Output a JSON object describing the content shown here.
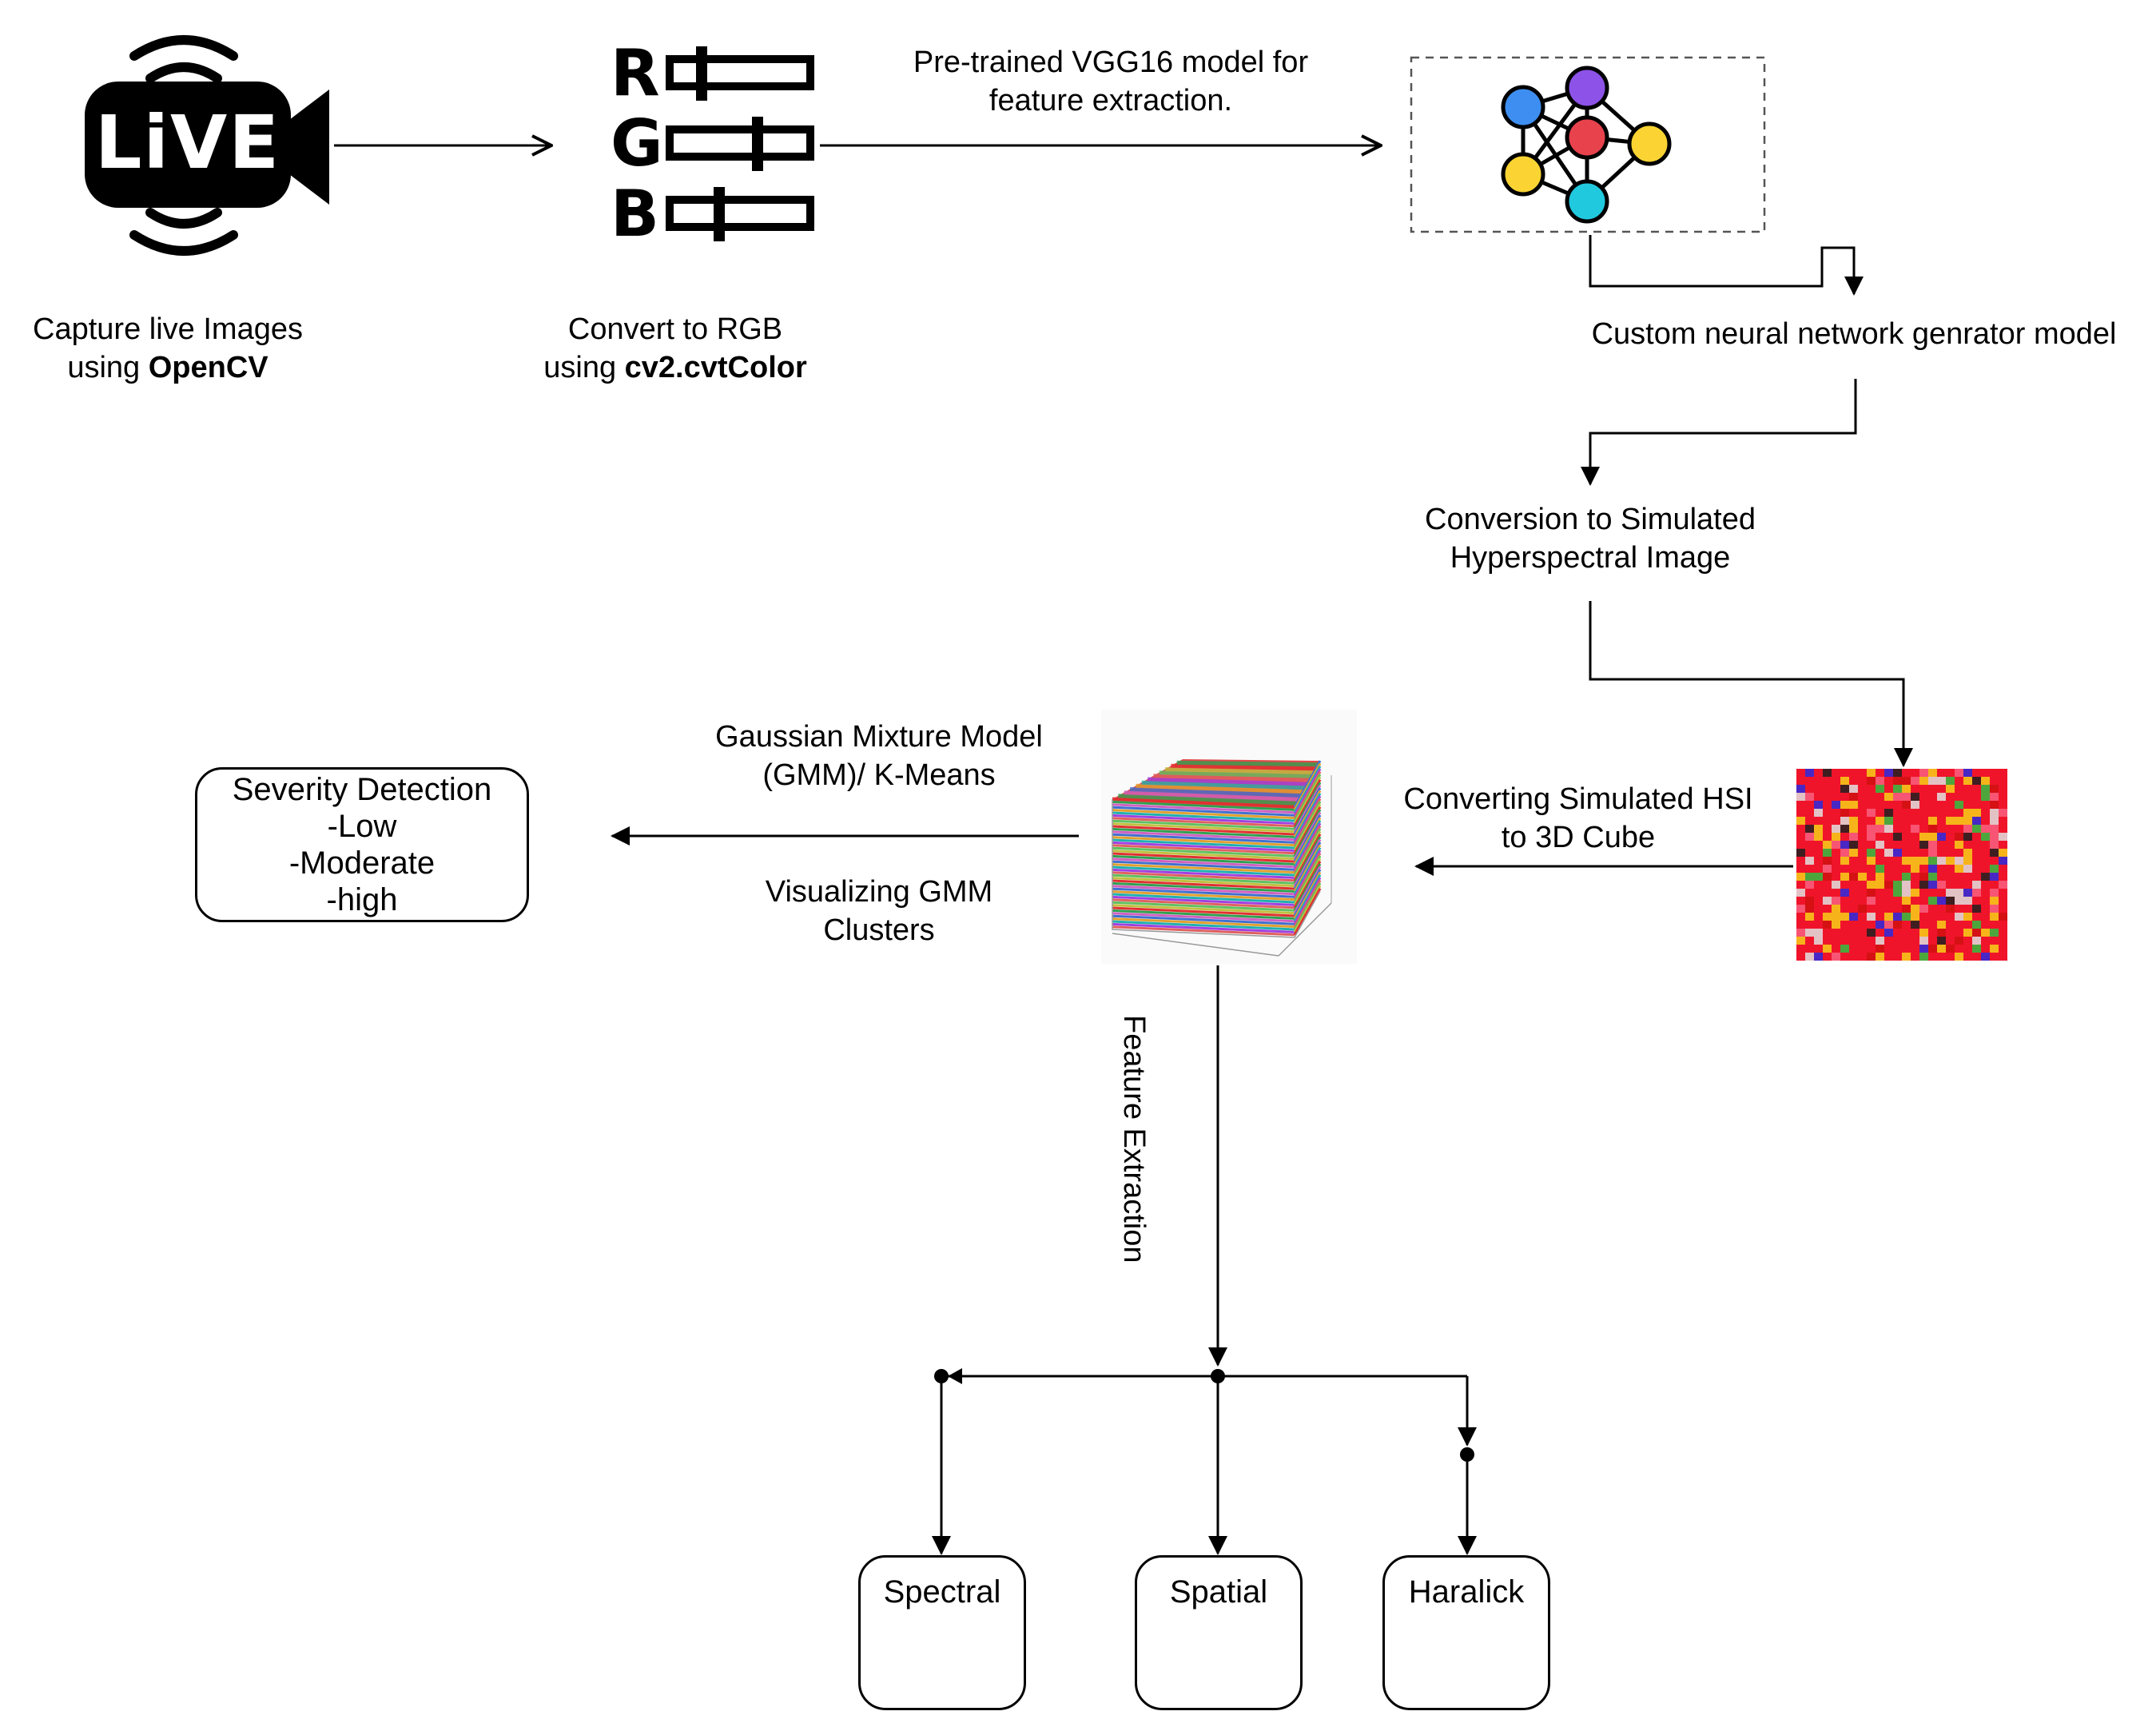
{
  "steps": {
    "capture": {
      "line1": "Capture live Images",
      "line2_prefix": "using ",
      "line2_bold": "OpenCV"
    },
    "convert": {
      "line1": "Convert to RGB",
      "line2_prefix": "using ",
      "line2_bold": "cv2.cvtColor"
    },
    "vgg": {
      "line1": "Pre-trained VGG16 model for",
      "line2": "feature extraction."
    },
    "generator": {
      "label": "Custom neural network genrator model"
    },
    "hsi": {
      "line1": "Conversion to Simulated",
      "line2": "Hyperspectral Image"
    },
    "cube": {
      "line1": "Converting Simulated HSI",
      "line2": "to 3D Cube"
    },
    "gmm": {
      "line1": "Gaussian Mixture Model",
      "line2": "(GMM)/ K-Means"
    },
    "visualize": {
      "line1": "Visualizing GMM",
      "line2": "Clusters"
    },
    "feature": {
      "label": "Feature Extraction"
    }
  },
  "severity": {
    "title": "Severity Detection",
    "levels": [
      "-Low",
      "-Moderate",
      "-high"
    ]
  },
  "features": [
    {
      "label": "Spectral"
    },
    {
      "label": "Spatial"
    },
    {
      "label": "Haralick"
    }
  ],
  "icons": {
    "live_text": "LiVE",
    "rgb_letters": [
      "R",
      "G",
      "B"
    ]
  },
  "colors": {
    "nn_blue": "#3d8ef0",
    "nn_purple": "#8d52e8",
    "nn_red": "#e8424d",
    "nn_yellow": "#fbd433",
    "nn_cyan": "#21c9df"
  }
}
